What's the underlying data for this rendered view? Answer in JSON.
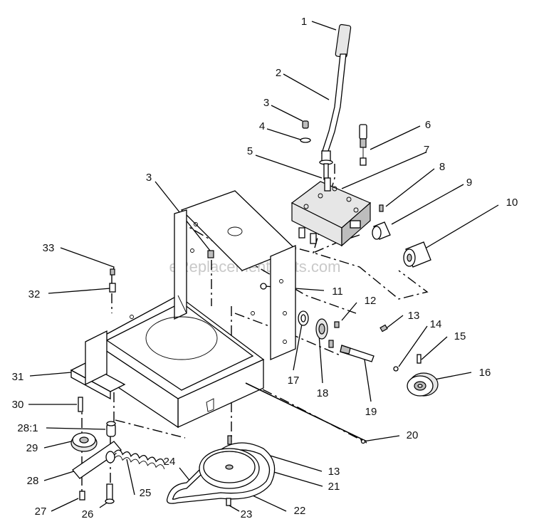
{
  "watermark": "eReplacementParts.com",
  "callouts": [
    {
      "id": "callout-1",
      "text": "1"
    },
    {
      "id": "callout-2",
      "text": "2"
    },
    {
      "id": "callout-3a",
      "text": "3"
    },
    {
      "id": "callout-4",
      "text": "4"
    },
    {
      "id": "callout-5",
      "text": "5"
    },
    {
      "id": "callout-6",
      "text": "6"
    },
    {
      "id": "callout-7",
      "text": "7"
    },
    {
      "id": "callout-8",
      "text": "8"
    },
    {
      "id": "callout-9",
      "text": "9"
    },
    {
      "id": "callout-10",
      "text": "10"
    },
    {
      "id": "callout-3b",
      "text": "3"
    },
    {
      "id": "callout-33",
      "text": "33"
    },
    {
      "id": "callout-32",
      "text": "32"
    },
    {
      "id": "callout-11",
      "text": "11"
    },
    {
      "id": "callout-12",
      "text": "12"
    },
    {
      "id": "callout-13a",
      "text": "13"
    },
    {
      "id": "callout-14",
      "text": "14"
    },
    {
      "id": "callout-15",
      "text": "15"
    },
    {
      "id": "callout-16",
      "text": "16"
    },
    {
      "id": "callout-17",
      "text": "17"
    },
    {
      "id": "callout-18",
      "text": "18"
    },
    {
      "id": "callout-19",
      "text": "19"
    },
    {
      "id": "callout-31",
      "text": "31"
    },
    {
      "id": "callout-30",
      "text": "30"
    },
    {
      "id": "callout-28-1",
      "text": "28:1"
    },
    {
      "id": "callout-29",
      "text": "29"
    },
    {
      "id": "callout-20",
      "text": "20"
    },
    {
      "id": "callout-24",
      "text": "24"
    },
    {
      "id": "callout-13b",
      "text": "13"
    },
    {
      "id": "callout-28",
      "text": "28"
    },
    {
      "id": "callout-21",
      "text": "21"
    },
    {
      "id": "callout-25",
      "text": "25"
    },
    {
      "id": "callout-27",
      "text": "27"
    },
    {
      "id": "callout-26",
      "text": "26"
    },
    {
      "id": "callout-23",
      "text": "23"
    },
    {
      "id": "callout-22",
      "text": "22"
    }
  ]
}
